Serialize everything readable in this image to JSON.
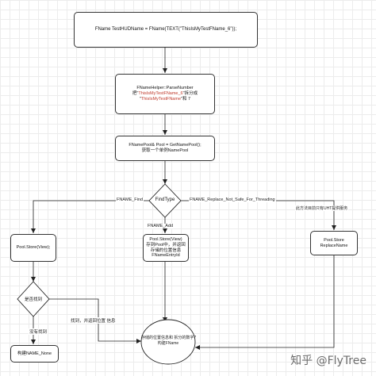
{
  "nodes": {
    "start": {
      "text": "FName TestHUDName = FName(TEXT(\"ThisIsMyTestFName_6\"));"
    },
    "parse": {
      "line1": "FNameHelper::ParseNumber",
      "line2_prefix": "把\"",
      "line2_red": "ThisIsMyTestFName_6",
      "line2_suffix": "\"拆分成",
      "line3_prefix": "\"",
      "line3_red": "ThisIsMyTestFName",
      "line3_suffix": "\"和 7"
    },
    "getpool": {
      "line1": "FNamePool& Pool = GetNamePool();",
      "line2": "获取一个单例NamePool"
    },
    "findtype": {
      "text": "FindType"
    },
    "pool_left": {
      "text": "Pool.Store(View);"
    },
    "pool_add": {
      "line1": "Pool.Store(View)",
      "line2": "存到Pool中，并返回",
      "line3": "存储的位置信息",
      "line4": "FNameEntryId"
    },
    "pool_right": {
      "line1": "Pool.Store",
      "line2": "ReplaceName"
    },
    "found": {
      "text": "是否找到"
    },
    "none": {
      "text": "构建NAME_None"
    },
    "build": {
      "line1": "存储的位置信息和 拆分的数字7",
      "line2": "构建FName"
    }
  },
  "edges": {
    "find": "FNAME_Find",
    "add": "FNAME_Add",
    "replace": "FNAME_Replace_Not_Safe_For_Threading",
    "uht_note": "此方法目前只有UHT提供服务",
    "found_yes": "找到，并返回位置 信息",
    "not_found": "没有找到"
  },
  "watermark": "知乎 @FlyTree"
}
